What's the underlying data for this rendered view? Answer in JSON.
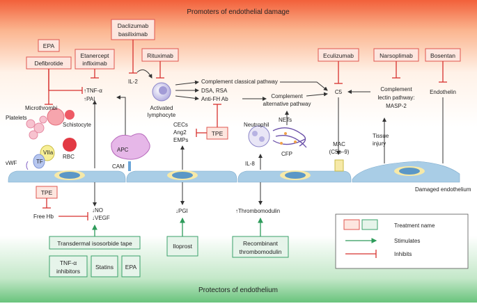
{
  "header": {
    "title": "Promoters of endothelial damage"
  },
  "footer": {
    "title": "Protectors of endothelium"
  },
  "treatments_top": {
    "epa": "EPA",
    "defibrotide": "Defibrotide",
    "etanercept": [
      "Etanercept",
      "infliximab"
    ],
    "daclizumab": [
      "Daclizumab",
      "basiliximab"
    ],
    "rituximab": "Rituximab",
    "tpe_mid": "TPE",
    "eculizumab": "Eculizumab",
    "narsoplimab": "Narsoplimab",
    "bosentan": "Bosentan"
  },
  "treatments_bottom": {
    "tpe_low": "TPE",
    "isosorbide": "Transdermal isosorbide tape",
    "tnf_inhibitors": [
      "TNF-α",
      "inhibitors"
    ],
    "statins": "Statins",
    "epa_low": "EPA",
    "iloprost": "Iloprost",
    "thrombomodulin": [
      "Recombinant",
      "thrombomodulin"
    ]
  },
  "labels": {
    "tnf": "↑TNF-α",
    "pai": "↑PAI",
    "il2": "IL-2",
    "activated_lymphocyte": [
      "Activated",
      "lymphocyte"
    ],
    "classical": "Complement classical pathway",
    "dsa": "DSA, RSA",
    "antifh": "Anti-FH Ab",
    "alternative": [
      "Complement",
      "alternative pathway"
    ],
    "c5": "C5",
    "lectin": [
      "Complement",
      "lectin pathway:",
      "MASP-2"
    ],
    "endothelin": "Endothelin",
    "microthrombi": "Microthrombi",
    "platelets": "Platelets",
    "schistocyte": "Schistocyte",
    "viia": "VIIa",
    "tf": "TF",
    "vwf": "vWF",
    "rbc": "RBC",
    "apc": "APC",
    "cam": "CAM",
    "cecs": [
      "CECs",
      "Ang2",
      "EMPs"
    ],
    "neutrophil": "Neutrophil",
    "nets": "NETs",
    "cfp": "CFP",
    "il8": "IL-8",
    "mac": [
      "MAC",
      "(C5b–9)"
    ],
    "tissue_injury": [
      "Tissue",
      "injury"
    ],
    "damaged_endothelium": "Damaged endothelium",
    "no": "↓NO",
    "vegf": "↓VEGF",
    "free_hb": "Free Hb",
    "pgi": "↓PGI",
    "thrombomodulin_up": "↑Thrombomodulin"
  },
  "legend": {
    "treatment_name": "Treatment name",
    "stimulates": "Stimulates",
    "inhibits": "Inhibits"
  },
  "colors": {
    "treatment_red_border": "#e0554f",
    "treatment_red_fill": "#fde6df",
    "treatment_green_border": "#3aa06a",
    "treatment_green_fill": "#e6f4ea",
    "stimulate_arrow": "#2e9b5a",
    "inhibit_line": "#d7312e",
    "endothelium": "#a9cde6",
    "nucleus": "#5b97c6"
  }
}
